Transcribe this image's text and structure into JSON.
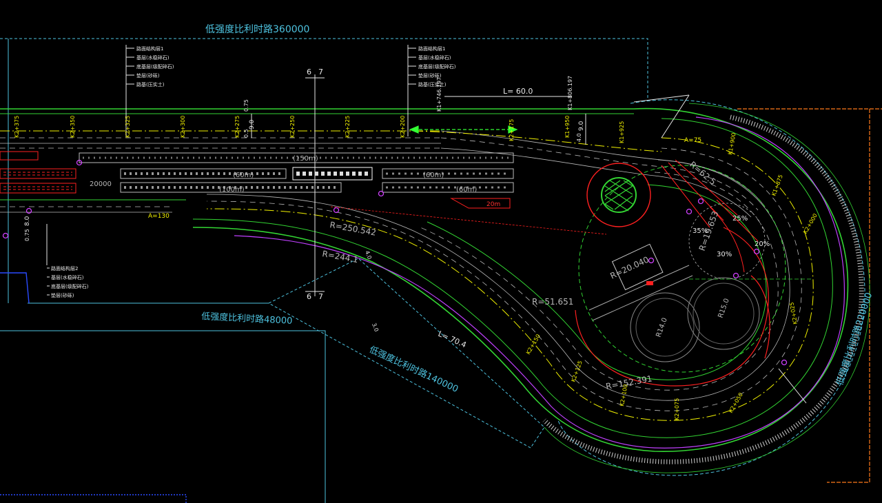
{
  "drawing": {
    "colors": {
      "background": "#000000",
      "road_edge": "#33d633",
      "centerline": "#f2f200",
      "lane_dash": "#d0d0d0",
      "boundary_cyan": "#4ec3e0",
      "magenta": "#c040ff",
      "red": "#ff2020",
      "orange": "#ff7a1a",
      "white": "#e8e8e8"
    },
    "zone_labels": [
      {
        "id": "zone-top",
        "text": "低强度比利时路360000"
      },
      {
        "id": "zone-mid",
        "text": "低强度比利时路48000"
      },
      {
        "id": "zone-diag",
        "text": "低强度比利时路140000"
      },
      {
        "id": "zone-right",
        "text": "低强度比利时路220000"
      }
    ],
    "radius_labels": [
      {
        "id": "r-250",
        "text": "R=250.542"
      },
      {
        "id": "r-244",
        "text": "R=244.1"
      },
      {
        "id": "r-51",
        "text": "R=51.651"
      },
      {
        "id": "r-20",
        "text": "R=20.040"
      },
      {
        "id": "r-19",
        "text": "R=19.653"
      },
      {
        "id": "r-62",
        "text": "R=62.5"
      },
      {
        "id": "r-152",
        "text": "R=152.391"
      },
      {
        "id": "r-140",
        "text": "R14.0"
      },
      {
        "id": "r-150",
        "text": "R15.0"
      }
    ],
    "length_labels": [
      {
        "id": "len-60",
        "text": "L= 60.0"
      },
      {
        "id": "len-70",
        "text": "L= 70.4"
      },
      {
        "id": "len-20m",
        "text": "20m"
      },
      {
        "id": "len-150m",
        "text": "(150m)"
      },
      {
        "id": "len-60m-a",
        "text": "(60m)"
      },
      {
        "id": "len-100m",
        "text": "(100m)"
      },
      {
        "id": "len-60m-b",
        "text": "(60m)"
      },
      {
        "id": "len-60m-c",
        "text": "(60m)"
      },
      {
        "id": "val-20000",
        "text": "20000"
      }
    ],
    "section_markers": [
      {
        "id": "sec-top-left",
        "text": "6"
      },
      {
        "id": "sec-top-right",
        "text": "7"
      },
      {
        "id": "sec-bot-left",
        "text": "6"
      },
      {
        "id": "sec-bot-right",
        "text": "7"
      }
    ],
    "dimension_labels": [
      {
        "id": "dim-9a",
        "text": "9.0"
      },
      {
        "id": "dim-05",
        "text": "0.5"
      },
      {
        "id": "dim-075",
        "text": "0.75"
      },
      {
        "id": "dim-9b",
        "text": "9.0"
      },
      {
        "id": "dim-40",
        "text": "4.0"
      },
      {
        "id": "dim-8",
        "text": "8.0"
      },
      {
        "id": "dim-075b",
        "text": "0.75"
      },
      {
        "id": "dim-40b",
        "text": "4.0"
      },
      {
        "id": "dim-30",
        "text": "3.0"
      }
    ],
    "slope_labels": [
      {
        "id": "slope-35",
        "text": "35%"
      },
      {
        "id": "slope-25",
        "text": "25%"
      },
      {
        "id": "slope-30",
        "text": "30%"
      },
      {
        "id": "slope-20",
        "text": "20%"
      }
    ],
    "curve_params": [
      {
        "id": "a-130",
        "text": "A=130"
      },
      {
        "id": "a-75",
        "text": "A=75"
      }
    ],
    "stations": [
      {
        "id": "st-1",
        "text": "K2+375"
      },
      {
        "id": "st-2",
        "text": "K2+350"
      },
      {
        "id": "st-3",
        "text": "K2+325"
      },
      {
        "id": "st-4",
        "text": "K2+300"
      },
      {
        "id": "st-5",
        "text": "K2+275"
      },
      {
        "id": "st-6",
        "text": "K2+250"
      },
      {
        "id": "st-7",
        "text": "K2+225"
      },
      {
        "id": "st-8",
        "text": "K2+200"
      },
      {
        "id": "st-9",
        "text": "K2+175"
      },
      {
        "id": "st-10",
        "text": "K1+950"
      },
      {
        "id": "st-11",
        "text": "K1+925"
      },
      {
        "id": "st-12",
        "text": "K1+900"
      },
      {
        "id": "st-13",
        "text": "K1+875"
      },
      {
        "id": "st-14",
        "text": "K2+000"
      },
      {
        "id": "st-15",
        "text": "K2+025"
      },
      {
        "id": "st-16",
        "text": "K2+050"
      },
      {
        "id": "st-17",
        "text": "K2+075"
      },
      {
        "id": "st-18",
        "text": "K2+100"
      },
      {
        "id": "st-19",
        "text": "K2+125"
      },
      {
        "id": "st-20",
        "text": "K2+150"
      },
      {
        "id": "st-21",
        "text": "K1+746.197"
      },
      {
        "id": "st-22",
        "text": "K1+806.197"
      }
    ],
    "legend_notes_top_left": [
      "路面结构层1",
      "基层(水稳碎石)",
      "底基层(级配碎石)",
      "垫层(砂砾)",
      "路基(压实土)"
    ],
    "legend_notes_top_mid": [
      "路面结构层1",
      "基层(水稳碎石)",
      "底基层(级配碎石)",
      "垫层(砂砾)",
      "路基(压实土)"
    ],
    "legend_notes_bottom_left": [
      "路面结构层2",
      "基层(水稳碎石)",
      "底基层(级配碎石)",
      "垫层(砂砾)"
    ]
  }
}
